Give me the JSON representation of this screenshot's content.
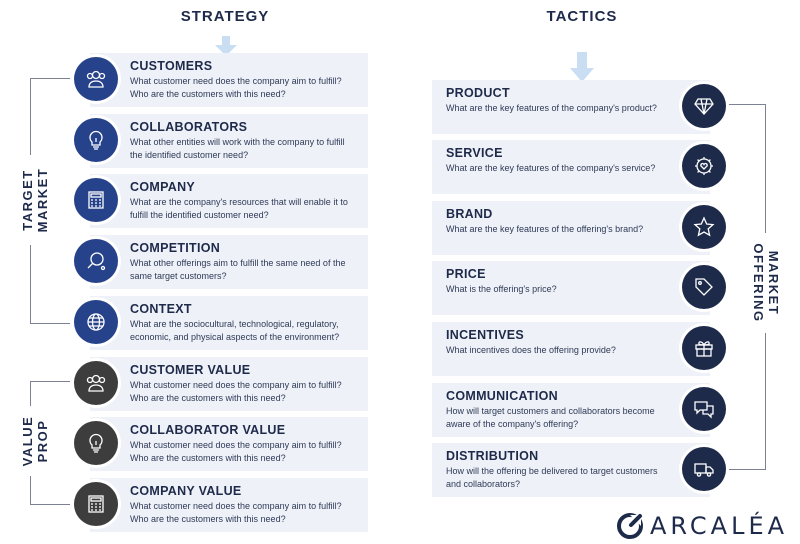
{
  "strategy": {
    "title": "STRATEGY",
    "group_labels": {
      "target_market": [
        "TARGET",
        "MARKET"
      ],
      "value_prop": [
        "VALUE",
        "PROP"
      ]
    },
    "items": [
      {
        "title": "CUSTOMERS",
        "desc1": "What customer need does the company aim to fulfill?",
        "desc2": "Who are the customers with this need?",
        "icon": "customers-icon"
      },
      {
        "title": "COLLABORATORS",
        "desc1": "What other entities will work with the company to fulfill",
        "desc2": "the identified customer need?",
        "icon": "lightbulb-icon"
      },
      {
        "title": "COMPANY",
        "desc1": "What are the company's resources that will enable it to",
        "desc2": "fulfill the identified customer need?",
        "icon": "calculator-icon"
      },
      {
        "title": "COMPETITION",
        "desc1": "What other offerings aim to fulfill the same need of the",
        "desc2": "same target customers?",
        "icon": "ping-pong-icon"
      },
      {
        "title": "CONTEXT",
        "desc1": "What are the sociocultural, technological, regulatory,",
        "desc2": "economic, and physical aspects of the environment?",
        "icon": "globe-icon"
      },
      {
        "title": "CUSTOMER VALUE",
        "desc1": "What customer need does the company aim to fulfill?",
        "desc2": "Who are the customers with this need?",
        "icon": "customers-icon"
      },
      {
        "title": "COLLABORATOR VALUE",
        "desc1": "What customer need does the company aim to fulfill?",
        "desc2": "Who are the customers with this need?",
        "icon": "lightbulb-icon"
      },
      {
        "title": "COMPANY VALUE",
        "desc1": "What customer need does the company aim to fulfill?",
        "desc2": "Who are the customers with this need?",
        "icon": "calculator-icon"
      }
    ]
  },
  "tactics": {
    "title": "TACTICS",
    "group_label": [
      "MARKET",
      "OFFERING"
    ],
    "items": [
      {
        "title": "PRODUCT",
        "desc1": "What are the key features of the company's product?",
        "desc2": "",
        "icon": "diamond-icon"
      },
      {
        "title": "SERVICE",
        "desc1": "What are the key features of the company's service?",
        "desc2": "",
        "icon": "gear-heart-icon"
      },
      {
        "title": "BRAND",
        "desc1": "What are the key features of the offering's brand?",
        "desc2": "",
        "icon": "star-icon"
      },
      {
        "title": "PRICE",
        "desc1": "What is the offering's price?",
        "desc2": "",
        "icon": "price-tag-icon"
      },
      {
        "title": "INCENTIVES",
        "desc1": "What incentives does the offering provide?",
        "desc2": "",
        "icon": "gift-icon"
      },
      {
        "title": "COMMUNICATION",
        "desc1": "How will target customers and collaborators become",
        "desc2": "aware of the company's offering?",
        "icon": "chat-bubbles-icon"
      },
      {
        "title": "DISTRIBUTION",
        "desc1": "How will the offering be delivered to target customers",
        "desc2": "and collaborators?",
        "icon": "truck-icon"
      }
    ]
  },
  "logo": {
    "text": "ARCALÉA"
  },
  "colors": {
    "blue": "#26428b",
    "gray": "#3d3d3d",
    "navy": "#1e2a4a",
    "card": "#eef1f7",
    "arrow": "#c9ddf3"
  }
}
